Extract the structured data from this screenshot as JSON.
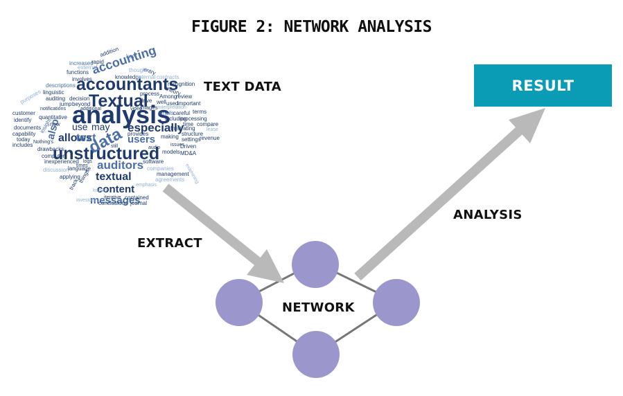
{
  "title": "FIGURE 2: NETWORK ANALYSIS",
  "labels": {
    "text_data": "TEXT DATA",
    "extract": "EXTRACT",
    "analysis": "ANALYSIS",
    "network": "NETWORK",
    "result": "RESULT"
  },
  "colors": {
    "node": "#9b97cc",
    "edge": "#777777",
    "arrow": "#b9b9b9",
    "result_box": "#0a9bb5",
    "cloud_dark": "#1f3a6e",
    "cloud_mid": "#4a6fa8",
    "cloud_light": "#8fb0d8"
  },
  "word_cloud": [
    {
      "text": "analysis"
    },
    {
      "text": "accountants"
    },
    {
      "text": "Textual"
    },
    {
      "text": "unstructured"
    },
    {
      "text": "data"
    },
    {
      "text": "accounting"
    },
    {
      "text": "especially"
    },
    {
      "text": "allows"
    },
    {
      "text": "auditors"
    },
    {
      "text": "textual"
    },
    {
      "text": "content"
    },
    {
      "text": "messages"
    },
    {
      "text": "use"
    },
    {
      "text": "may"
    },
    {
      "text": "text"
    },
    {
      "text": "users"
    },
    {
      "text": "also"
    },
    {
      "text": "increased"
    },
    {
      "text": "rapid"
    },
    {
      "text": "addition"
    },
    {
      "text": "key"
    },
    {
      "text": "external"
    },
    {
      "text": "entry"
    },
    {
      "text": "functions"
    },
    {
      "text": "thought"
    },
    {
      "text": "involves"
    },
    {
      "text": "knowledge"
    },
    {
      "text": "internal"
    },
    {
      "text": "contracts"
    },
    {
      "text": "descriptions"
    },
    {
      "text": "recognition"
    },
    {
      "text": "linguistic"
    },
    {
      "text": "auditing"
    },
    {
      "text": "decision"
    },
    {
      "text": "Among"
    },
    {
      "text": "review"
    },
    {
      "text": "jump"
    },
    {
      "text": "beyond"
    },
    {
      "text": "process"
    },
    {
      "text": "theory"
    },
    {
      "text": "notifications"
    },
    {
      "text": "additional"
    },
    {
      "text": "video"
    },
    {
      "text": "images"
    },
    {
      "text": "drive"
    },
    {
      "text": "well"
    },
    {
      "text": "used"
    },
    {
      "text": "important"
    },
    {
      "text": "interpretation"
    },
    {
      "text": "customer"
    },
    {
      "text": "quantitative"
    },
    {
      "text": "emails"
    },
    {
      "text": "careful"
    },
    {
      "text": "terms"
    },
    {
      "text": "identify"
    },
    {
      "text": "now"
    },
    {
      "text": "processing"
    },
    {
      "text": "documents"
    },
    {
      "text": "time"
    },
    {
      "text": "compare"
    },
    {
      "text": "capability"
    },
    {
      "text": "including"
    },
    {
      "text": "frustrating"
    },
    {
      "text": "today"
    },
    {
      "text": "insight"
    },
    {
      "text": "provides"
    },
    {
      "text": "structure"
    },
    {
      "text": "includes"
    },
    {
      "text": "Nothing's"
    },
    {
      "text": "lease"
    },
    {
      "text": "making"
    },
    {
      "text": "drawbacks"
    },
    {
      "text": "computer"
    },
    {
      "text": "audio"
    },
    {
      "text": "revenue"
    },
    {
      "text": "still"
    },
    {
      "text": "settings"
    },
    {
      "text": "issues"
    },
    {
      "text": "Driven"
    },
    {
      "text": "models"
    },
    {
      "text": "MD&A"
    },
    {
      "text": "inexperienced"
    },
    {
      "text": "logs"
    },
    {
      "text": "discussion"
    },
    {
      "text": "language"
    },
    {
      "text": "times"
    },
    {
      "text": "software"
    },
    {
      "text": "companies"
    },
    {
      "text": "applying"
    },
    {
      "text": "management"
    },
    {
      "text": "agreements"
    },
    {
      "text": "things"
    },
    {
      "text": "emphasis"
    },
    {
      "text": "track"
    },
    {
      "text": "known"
    },
    {
      "text": "iterative"
    },
    {
      "text": "contained"
    },
    {
      "text": "investors"
    },
    {
      "text": "conclusions"
    },
    {
      "text": "journal"
    },
    {
      "text": "purposes"
    },
    {
      "text": "examining"
    }
  ]
}
